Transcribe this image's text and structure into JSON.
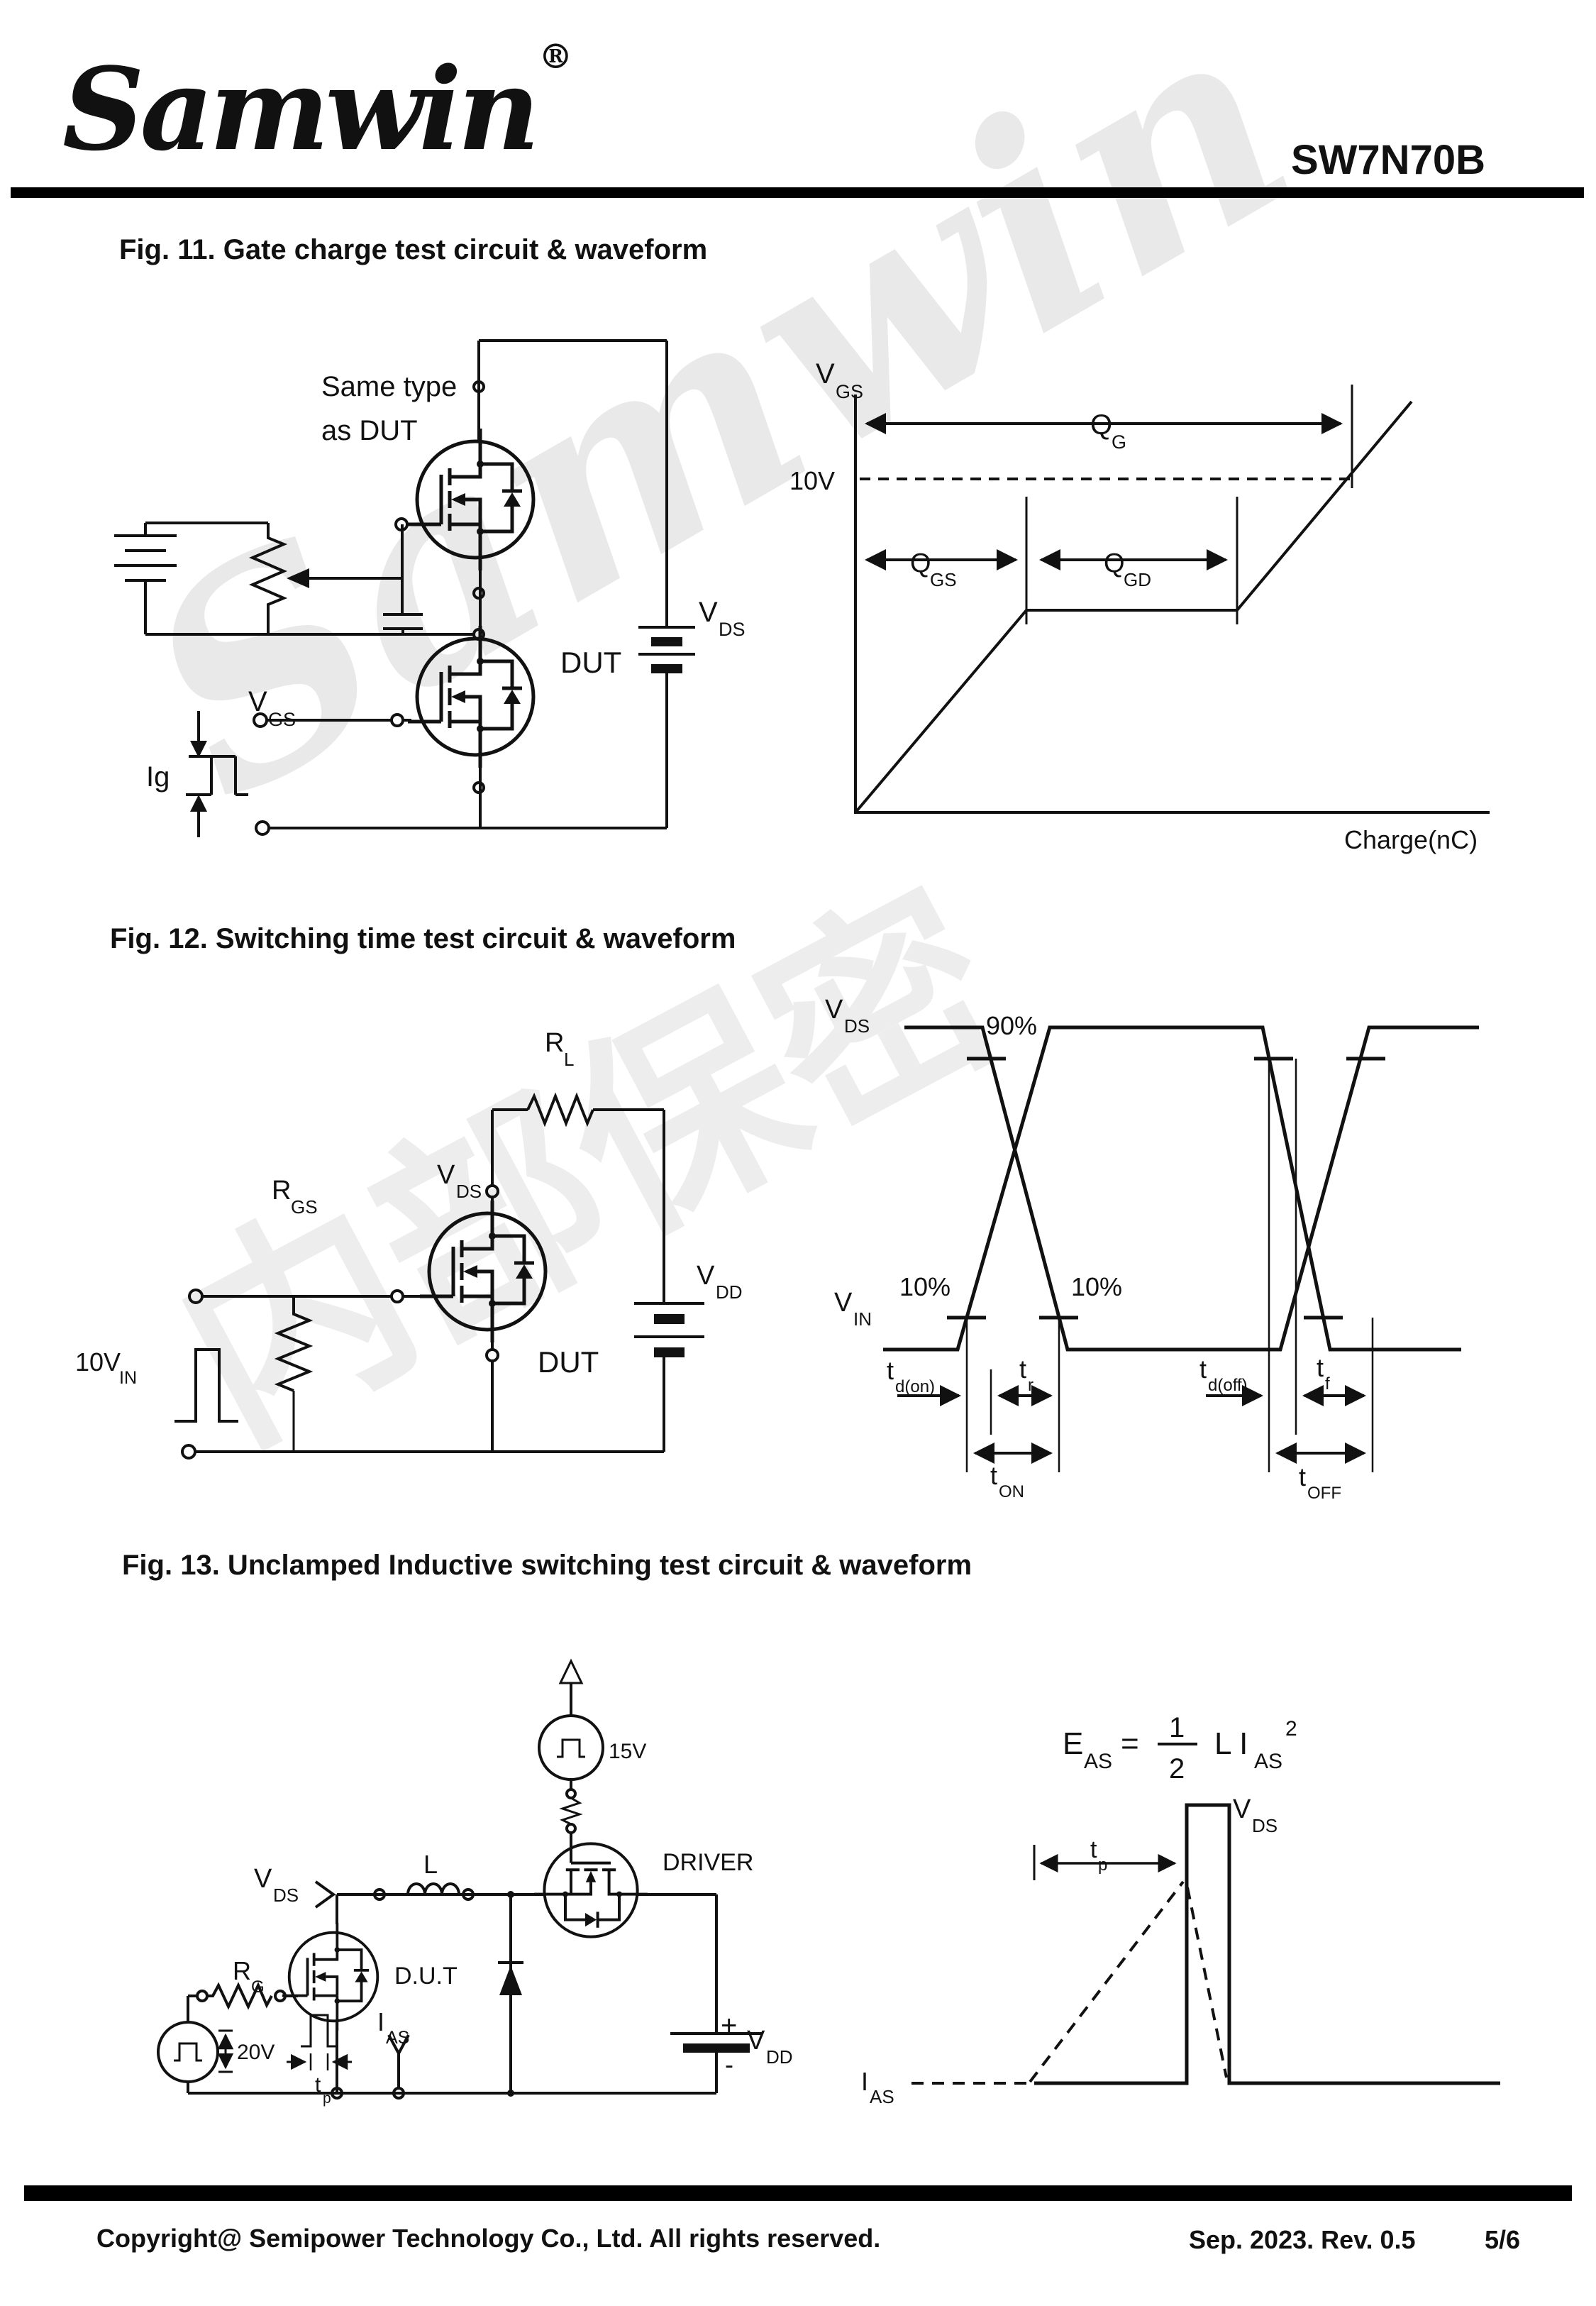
{
  "header": {
    "logo": "Samwin",
    "registered": "®",
    "part": "SW7N70B"
  },
  "watermark": {
    "brand": "Samwin",
    "secret": "内部保密"
  },
  "colors": {
    "ink": "#111111",
    "watermark_light": "#e9e9e9"
  },
  "fig11": {
    "title": "Fig. 11. Gate charge test circuit & waveform",
    "circuit": {
      "same_type_1": "Same type",
      "same_type_2": "as DUT",
      "dut": "DUT",
      "ig": "Ig",
      "vds": {
        "v": "V",
        "sub": "DS"
      },
      "vgs": {
        "v": "V",
        "sub": "GS"
      }
    },
    "waveform": {
      "vgs": {
        "v": "V",
        "sub": "GS"
      },
      "ten_v": "10V",
      "qg": {
        "v": "Q",
        "sub": "G"
      },
      "qgs": {
        "v": "Q",
        "sub": "GS"
      },
      "qgd": {
        "v": "Q",
        "sub": "GD"
      },
      "xlabel": "Charge(nC)"
    }
  },
  "fig12": {
    "title": "Fig. 12. Switching time test circuit & waveform",
    "circuit": {
      "rl": {
        "v": "R",
        "sub": "L"
      },
      "rgs": {
        "v": "R",
        "sub": "GS"
      },
      "vds": {
        "v": "V",
        "sub": "DS"
      },
      "vdd": {
        "v": "V",
        "sub": "DD"
      },
      "vin": {
        "v": "10V",
        "sub": "IN"
      },
      "dut": "DUT"
    },
    "waveform": {
      "vds": {
        "v": "V",
        "sub": "DS"
      },
      "vin": {
        "v": "V",
        "sub": "IN"
      },
      "p90": "90%",
      "p10a": "10%",
      "p10b": "10%",
      "td_on": {
        "v": "t",
        "sub": "d(on)"
      },
      "tr": {
        "v": "t",
        "sub": "r"
      },
      "td_off": {
        "v": "t",
        "sub": "d(off)"
      },
      "tf": {
        "v": "t",
        "sub": "f"
      },
      "t_on": {
        "v": "t",
        "sub": "ON"
      },
      "t_off": {
        "v": "t",
        "sub": "OFF"
      }
    }
  },
  "fig13": {
    "title": "Fig. 13. Unclamped Inductive switching test circuit & waveform",
    "circuit": {
      "v15": "15V",
      "driver": "DRIVER",
      "l": "L",
      "dut": "D.U.T",
      "v20": "20V",
      "vds": {
        "v": "V",
        "sub": "DS"
      },
      "rg": {
        "v": "R",
        "sub": "G"
      },
      "tp": {
        "v": "t",
        "sub": "p"
      },
      "ias": {
        "v": "I",
        "sub": "AS"
      },
      "vdd": {
        "v": "V",
        "sub": "DD"
      },
      "plus": "+",
      "minus": "-"
    },
    "waveform": {
      "formula": {
        "e": "E",
        "e_sub": "AS",
        "eq": "=",
        "num": "1",
        "den": "2",
        "li": "L I",
        "li_sub": "AS",
        "sq": "2"
      },
      "vds": {
        "v": "V",
        "sub": "DS"
      },
      "tp": {
        "v": "t",
        "sub": "p"
      },
      "ias": {
        "v": "I",
        "sub": "AS"
      }
    }
  },
  "footer": {
    "copyright": "Copyright@ Semipower Technology Co., Ltd. All rights reserved.",
    "revision": "Sep. 2023. Rev. 0.5",
    "page": "5/6"
  }
}
